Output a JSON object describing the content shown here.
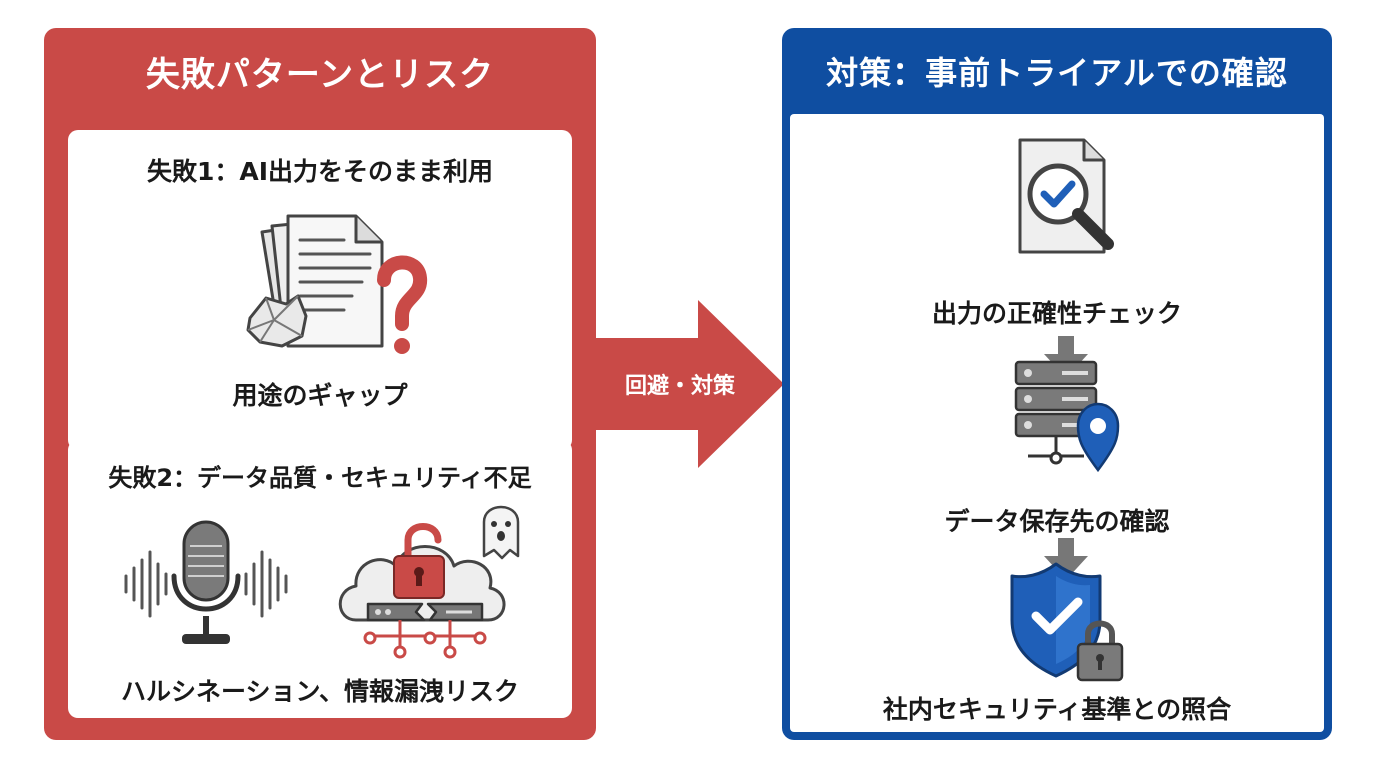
{
  "left_panel": {
    "title": "失敗パターンとリスク",
    "card1": {
      "title": "失敗1：AI出力をそのまま利用",
      "caption": "用途のギャップ"
    },
    "card2": {
      "title": "失敗2：データ品質・セキュリティ不足",
      "caption": "ハルシネーション、情報漏洩リスク"
    }
  },
  "arrow": {
    "label": "回避・対策"
  },
  "right_panel": {
    "title": "対策：事前トライアルでの確認",
    "steps": [
      {
        "label": "出力の正確性チェック",
        "icon": "document-magnifier-check-icon"
      },
      {
        "label": "データ保存先の確認",
        "icon": "server-location-pin-icon"
      },
      {
        "label": "社内セキュリティ基準との照合",
        "icon": "shield-lock-check-icon"
      }
    ]
  },
  "colors": {
    "risk_red": "#c94a47",
    "solution_blue": "#0f4ea1",
    "icon_gray": "#6b6b6b",
    "icon_blue": "#1f5fb8"
  }
}
